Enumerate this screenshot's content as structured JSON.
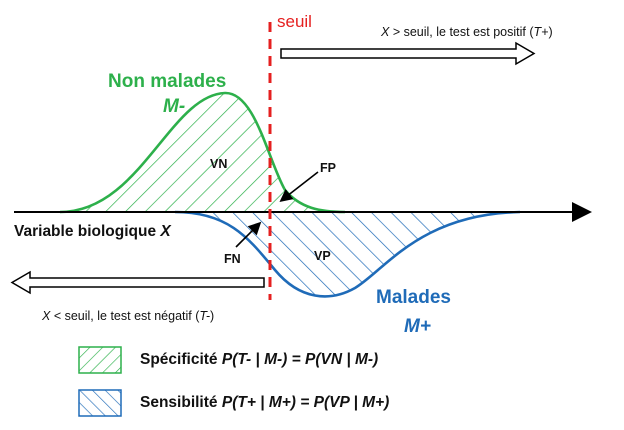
{
  "threshold": {
    "label": "seuil",
    "color": "#e52020"
  },
  "populations": {
    "healthy": {
      "name": "Non malades",
      "code": "M-",
      "color": "#2db04b"
    },
    "sick": {
      "name": "Malades",
      "code": "M+",
      "color": "#1f6bb8"
    }
  },
  "axis": {
    "label": "Variable biologique X",
    "label_plain": "Variable biologique ",
    "label_var": "X"
  },
  "regions": {
    "vn": "VN",
    "fp": "FP",
    "fn": "FN",
    "vp": "VP"
  },
  "arrows": {
    "positive": {
      "var": "X",
      "text": " > seuil, le test est positif (",
      "code": "T+",
      "close": ")"
    },
    "negative": {
      "var": "X",
      "text": " < seuil, le test est négatif (",
      "code": "T-",
      "close": ")"
    }
  },
  "legend": [
    {
      "name": "specificity",
      "pattern": "hatch-green",
      "color": "#2db04b",
      "word": "Spécificité ",
      "formula_a": "P",
      "formula_b": "(T- | M-) = ",
      "formula_c": "P",
      "formula_d": "(VN | M-)"
    },
    {
      "name": "sensitivity",
      "pattern": "hatch-blue",
      "color": "#1f6bb8",
      "word": "Sensibilité ",
      "formula_a": "P",
      "formula_b": "(T+ | M+) = ",
      "formula_c": "P",
      "formula_d": "(VP | M+)"
    }
  ]
}
